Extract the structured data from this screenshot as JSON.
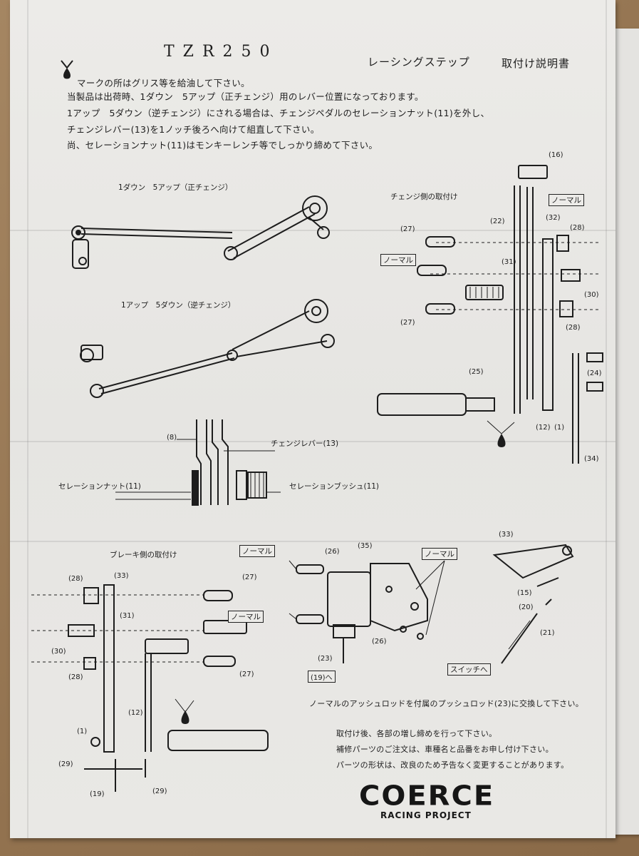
{
  "header": {
    "title": "TZR250",
    "subtitle": "レーシングステップ",
    "doc_type": "取付け説明書"
  },
  "intro": [
    "マークの所はグリス等を給油して下さい。",
    "当製品は出荷時、1ダウン　5アップ（正チェンジ）用のレバー位置になっております。",
    "1アップ　5ダウン（逆チェンジ）にされる場合は、チェンジペダルのセレーションナット(11)を外し、",
    "チェンジレバー(13)を1ノッチ後ろへ向けて組直して下さい。",
    "尚、セレーションナット(11)はモンキーレンチ等でしっかり締めて下さい。"
  ],
  "diagrams": {
    "normal_shift": "1ダウン　5アップ（正チェンジ）",
    "reverse_shift": "1アップ　5ダウン（逆チェンジ）",
    "change_side": "チェンジ側の取付け",
    "brake_side": "ブレーキ側の取付け",
    "change_lever": "チェンジレバー(13)",
    "serration_nut": "セレーションナット(11)",
    "serration_bush": "セレーションブッシュ(11)",
    "normal": "ノーマル",
    "to_switch": "スイッチへ",
    "to_19": "(19)へ"
  },
  "part_numbers": {
    "p16": "(16)",
    "p22": "(22)",
    "p32": "(32)",
    "p27a": "(27)",
    "p28a": "(28)",
    "p31a": "(31)",
    "p30a": "(30)",
    "p27b": "(27)",
    "p28b": "(28)",
    "p25": "(25)",
    "p24": "(24)",
    "p12a": "(12)",
    "p1a": "(1)",
    "p34": "(34)",
    "p8": "(8)",
    "p28c": "(28)",
    "p33a": "(33)",
    "p27c": "(27)",
    "p31b": "(31)",
    "p30b": "(30)",
    "p28d": "(28)",
    "p27d": "(27)",
    "p12b": "(12)",
    "p1b": "(1)",
    "p29a": "(29)",
    "p19": "(19)",
    "p29b": "(29)",
    "p26a": "(26)",
    "p35": "(35)",
    "p26b": "(26)",
    "p23": "(23)",
    "p33b": "(33)",
    "p15": "(15)",
    "p20": "(20)",
    "p21": "(21)"
  },
  "notes": [
    "ノーマルのアッシュロッドを付属のプッシュロッド(23)に交換して下さい。",
    "取付け後、各部の増し締めを行って下さい。",
    "補修パーツのご注文は、車種名と品番をお申し付け下さい。",
    "パーツの形状は、改良のため予告なく変更することがあります。"
  ],
  "brand": {
    "logo": "COERCE",
    "tagline": "RACING PROJECT"
  },
  "colors": {
    "paper": "#ecebe8",
    "ink": "#1d1d1d",
    "cardboard": "#9a7a55"
  }
}
